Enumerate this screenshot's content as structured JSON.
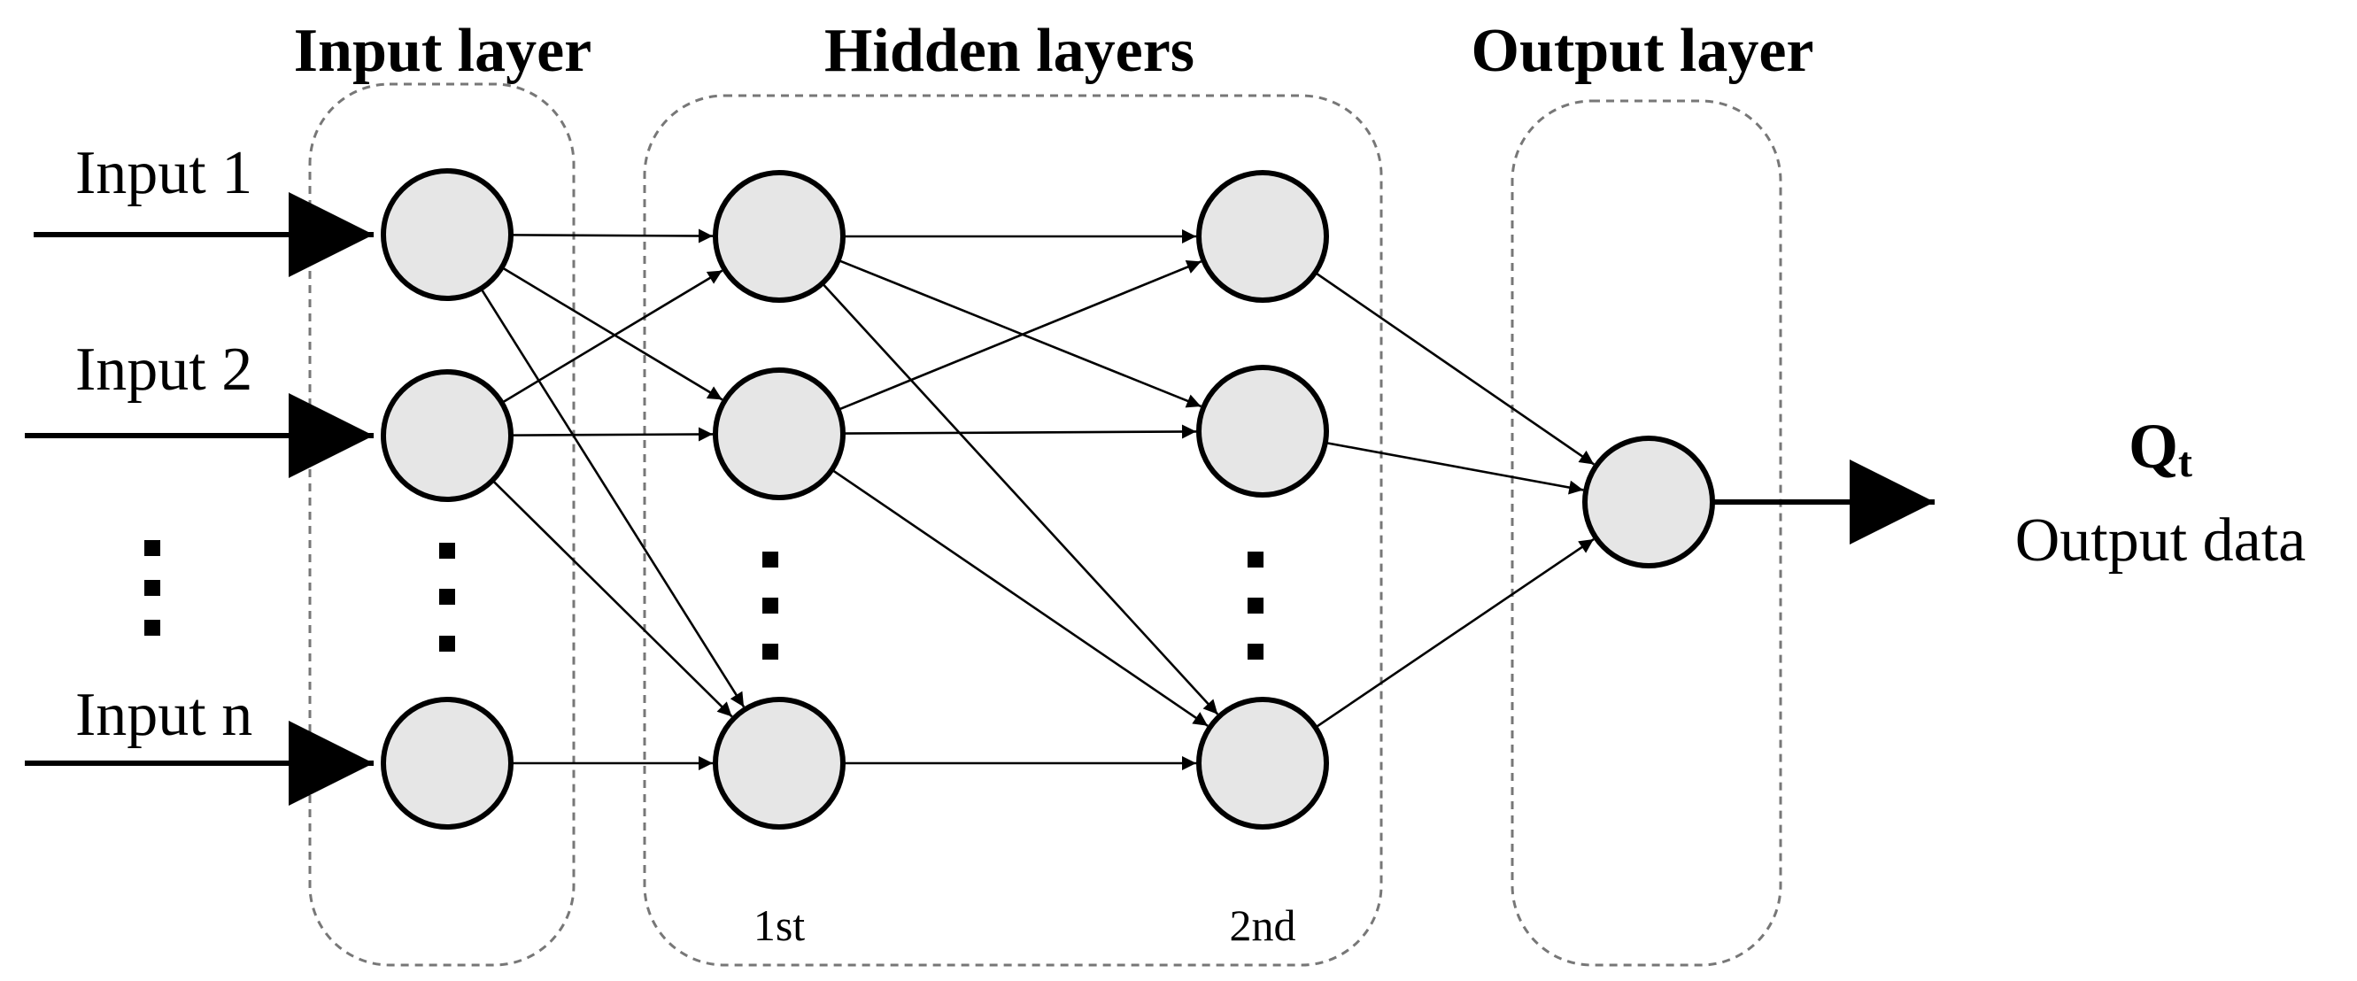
{
  "titles": {
    "input": "Input layer",
    "hidden": "Hidden layers",
    "output": "Output layer"
  },
  "inputs": [
    "Input 1",
    "Input 2",
    "Input n"
  ],
  "hidden_sublabels": [
    "1st",
    "2nd"
  ],
  "output": {
    "symbol": "Q",
    "subscript": "t",
    "label": "Output data"
  },
  "colors": {
    "node_fill": "#e6e6e6",
    "node_stroke": "#000000",
    "group_border": "#777777"
  }
}
